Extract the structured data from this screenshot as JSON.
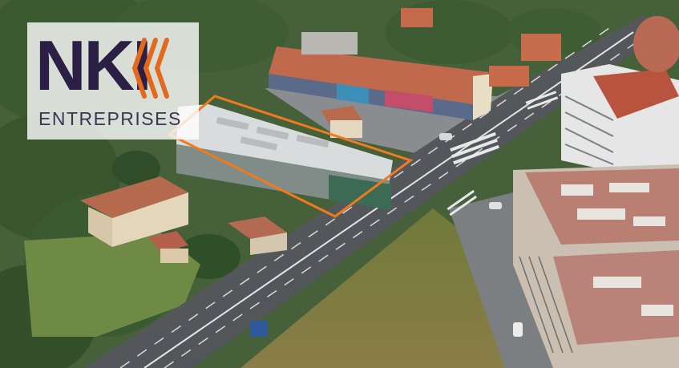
{
  "logo": {
    "letters": "NKI",
    "subtitle": "ENTREPRISES",
    "brand_color": "#2b1f45",
    "accent_color": "#e36a1c"
  },
  "highlight": {
    "color": "#f07a1e"
  },
  "image": {
    "description_icon": "aerial-photo"
  }
}
